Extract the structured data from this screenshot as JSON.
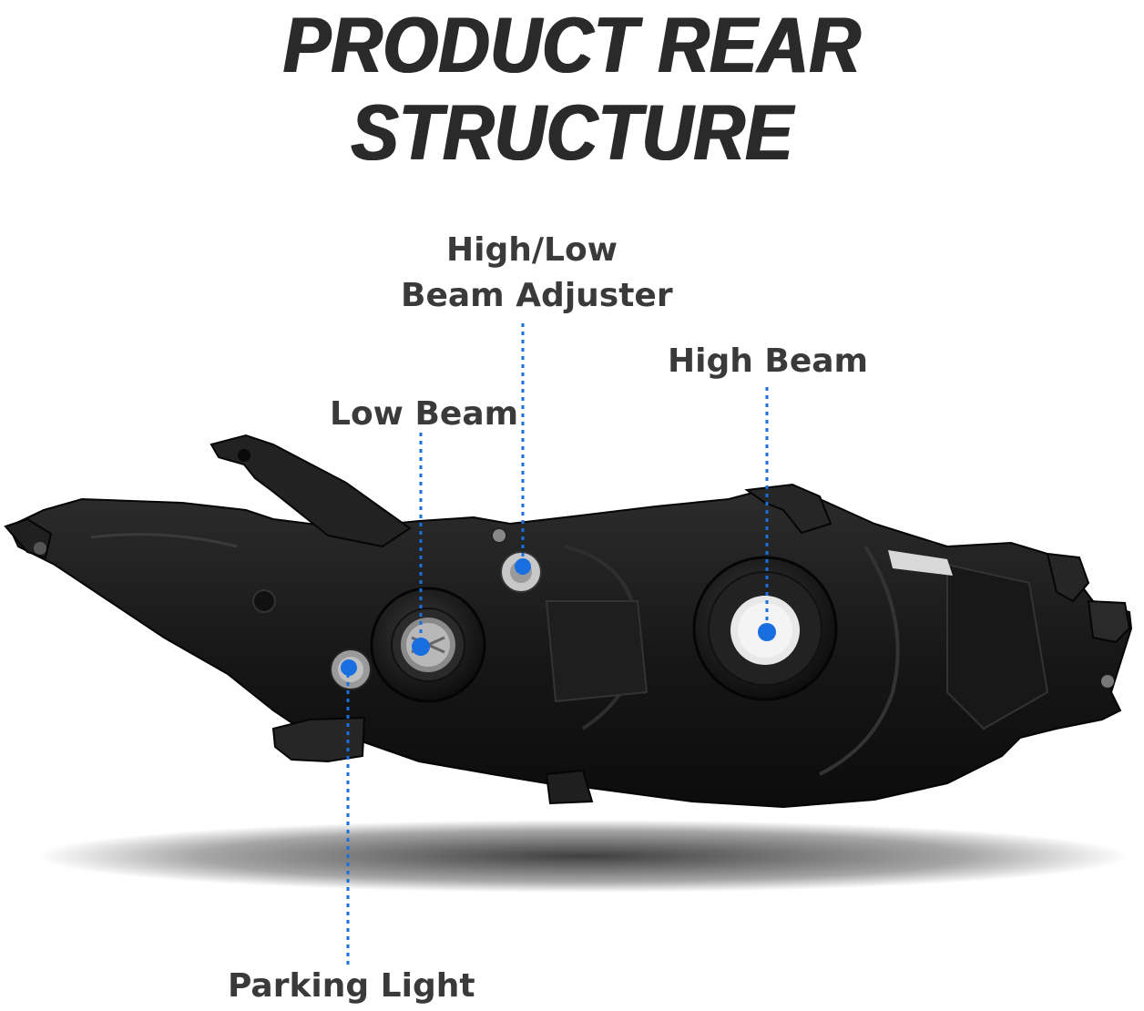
{
  "title": "PRODUCT REAR STRUCTURE",
  "callouts": {
    "adjuster_line1": "High/Low",
    "adjuster_line2": "Beam Adjuster",
    "high_beam": "High Beam",
    "low_beam": "Low Beam",
    "parking_light": "Parking Light"
  },
  "colors": {
    "callout_dot": "#1a6fe0",
    "callout_line": "#1a6fe0",
    "label_text": "#3a3a3a",
    "title_text": "#2a2a2a",
    "housing": "#1b1b1b"
  }
}
